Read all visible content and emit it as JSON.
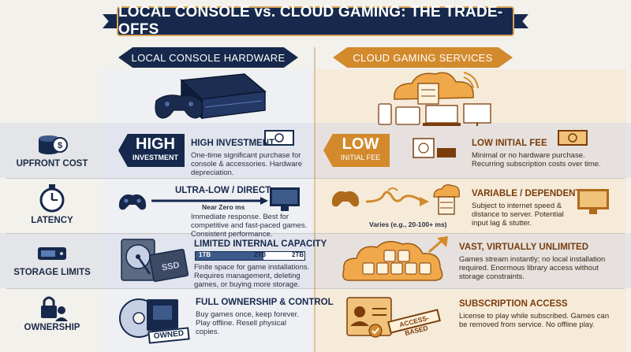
{
  "title": "LOCAL CONSOLE vs. CLOUD GAMING: THE TRADE-OFFS",
  "columns": {
    "local": "LOCAL CONSOLE HARDWARE",
    "cloud": "CLOUD GAMING SERVICES"
  },
  "rows": [
    {
      "label": "UPFRONT COST",
      "icon": "coin-stack-icon",
      "local": {
        "tag_big": "HIGH",
        "tag_small": "INVESTMENT",
        "heading": "HIGH INVESTMENT",
        "body": "One-time significant purchase for console & accessories. Hardware depreciation."
      },
      "cloud": {
        "tag_big": "LOW",
        "tag_small": "INITIAL FEE",
        "heading": "LOW INITIAL FEE",
        "body": "Minimal or no hardware purchase. Recurring subscription costs over time."
      }
    },
    {
      "label": "LATENCY",
      "icon": "stopwatch-icon",
      "local": {
        "heading": "ULTRA-LOW / DIRECT",
        "caption": "Near Zero ms",
        "body": "Immediate response. Best for competitive and fast-paced games. Consistent performance."
      },
      "cloud": {
        "heading": "VARIABLE / DEPENDENT",
        "caption": "Varies (e.g., 20-100+ ms)",
        "body": "Subject to internet speed & distance to server. Potential input lag & stutter."
      }
    },
    {
      "label": "STORAGE LIMITS",
      "icon": "hard-drive-icon",
      "local": {
        "heading": "LIMITED INTERNAL CAPACITY",
        "bar_labels": [
          "1TB",
          "2TB",
          "2TB"
        ],
        "body": "Finite space for game installations. Requires management, deleting games, or buying more storage."
      },
      "cloud": {
        "heading": "VAST, VIRTUALLY UNLIMITED",
        "body": "Games stream instantly; no local installation required. Enormous library access without storage constraints."
      }
    },
    {
      "label": "OWNERSHIP",
      "icon": "owner-lock-icon",
      "local": {
        "stamp": "OWNED",
        "heading": "FULL OWNERSHIP & CONTROL",
        "body": "Buy games once, keep forever. Play offline. Resell physical copies."
      },
      "cloud": {
        "stamp": "ACCESS-BASED",
        "heading": "SUBSCRIPTION ACCESS",
        "body": "License to play while subscribed. Games can be removed from service. No offline play."
      }
    }
  ],
  "colors": {
    "navy": "#16294c",
    "orange": "#d28a2c",
    "gold": "#d9a458"
  }
}
